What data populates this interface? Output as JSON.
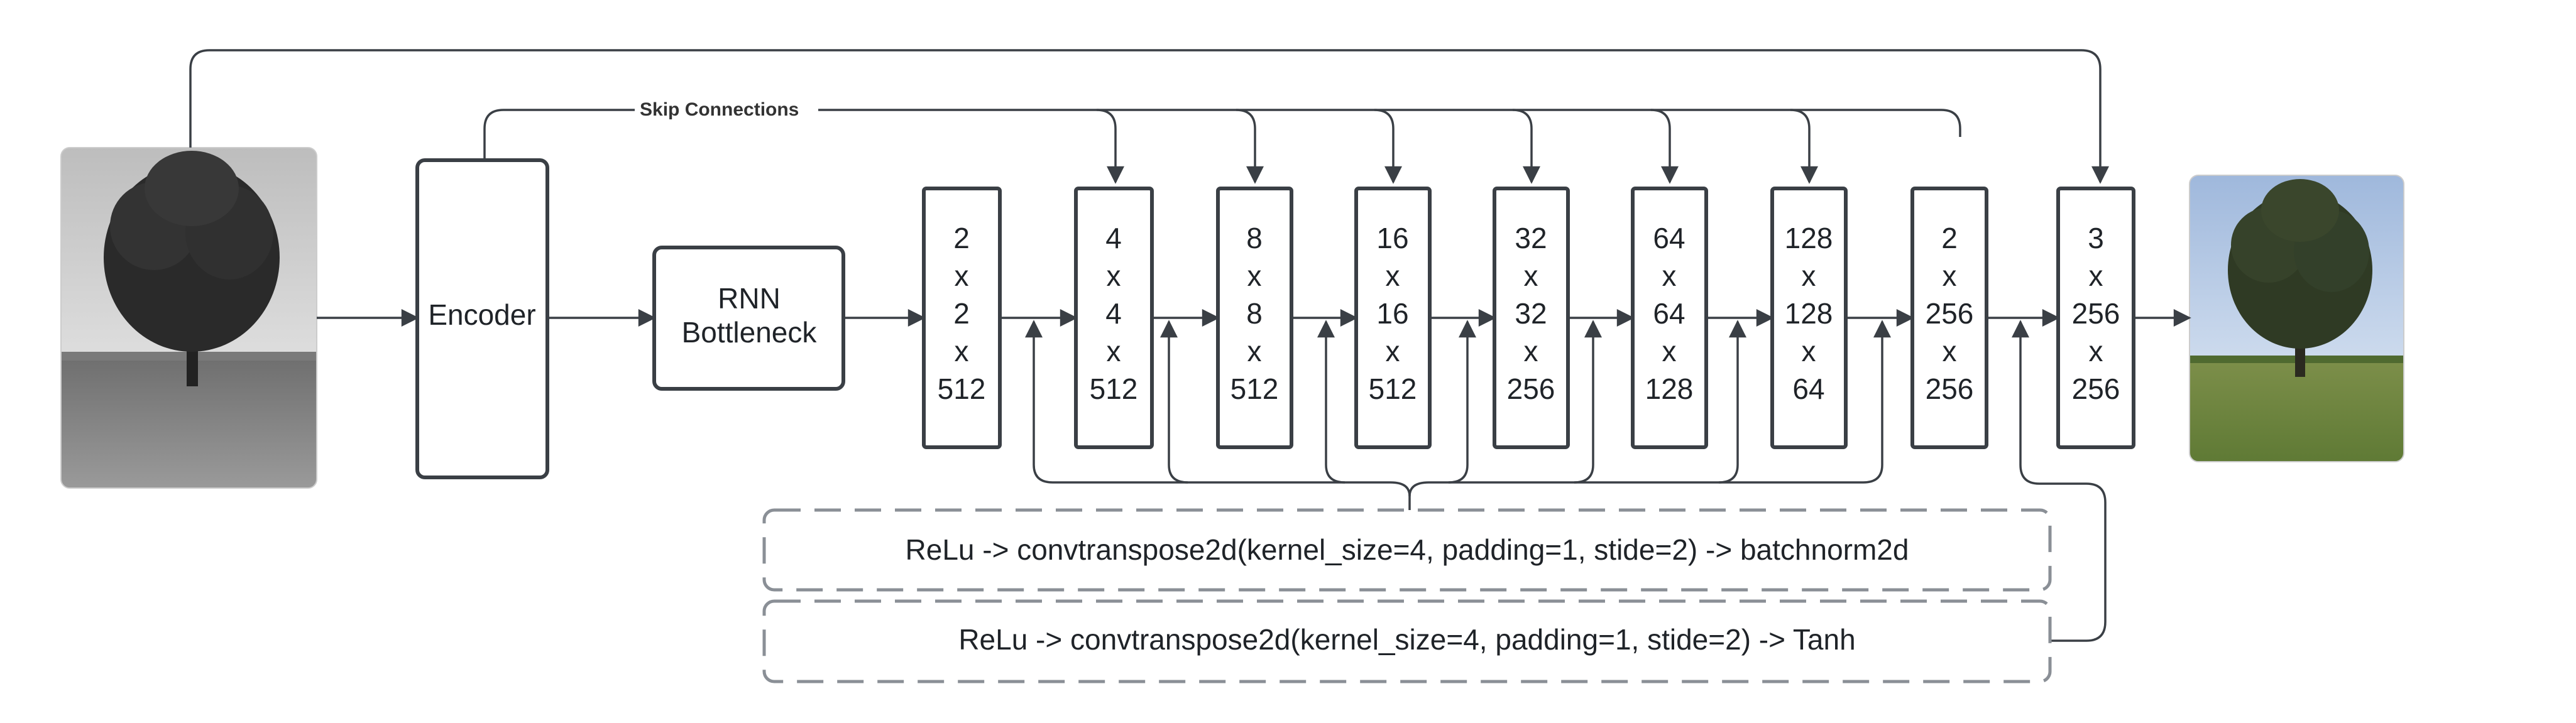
{
  "skip_label": "Skip Connections",
  "encoder": {
    "label": "Encoder"
  },
  "bottleneck": {
    "line1": "RNN",
    "line2": "Bottleneck"
  },
  "layers": [
    {
      "lines": [
        "2",
        "x",
        "2",
        "x",
        "512"
      ]
    },
    {
      "lines": [
        "4",
        "x",
        "4",
        "x",
        "512"
      ]
    },
    {
      "lines": [
        "8",
        "x",
        "8",
        "x",
        "512"
      ]
    },
    {
      "lines": [
        "16",
        "x",
        "16",
        "x",
        "512"
      ]
    },
    {
      "lines": [
        "32",
        "x",
        "32",
        "x",
        "256"
      ]
    },
    {
      "lines": [
        "64",
        "x",
        "64",
        "x",
        "128"
      ]
    },
    {
      "lines": [
        "128",
        "x",
        "128",
        "x",
        "64"
      ]
    },
    {
      "lines": [
        "2",
        "x",
        "256",
        "x",
        "256"
      ]
    },
    {
      "lines": [
        "3",
        "x",
        "256",
        "x",
        "256"
      ]
    }
  ],
  "formula_1": "ReLu  -> convtranspose2d(kernel_size=4, padding=1, stide=2) -> batchnorm2d",
  "formula_2": "ReLu  -> convtranspose2d(kernel_size=4, padding=1, stide=2) -> Tanh",
  "colors": {
    "stroke": "#3a3f45",
    "dashed": "#8a8f96",
    "sky_gray": "#d9d9d9",
    "sky_blue": "#b9cde8",
    "grass_green": "#6f8a45"
  },
  "icons": {
    "input_image": "grayscale-tree-photo",
    "output_image": "color-tree-photo"
  }
}
